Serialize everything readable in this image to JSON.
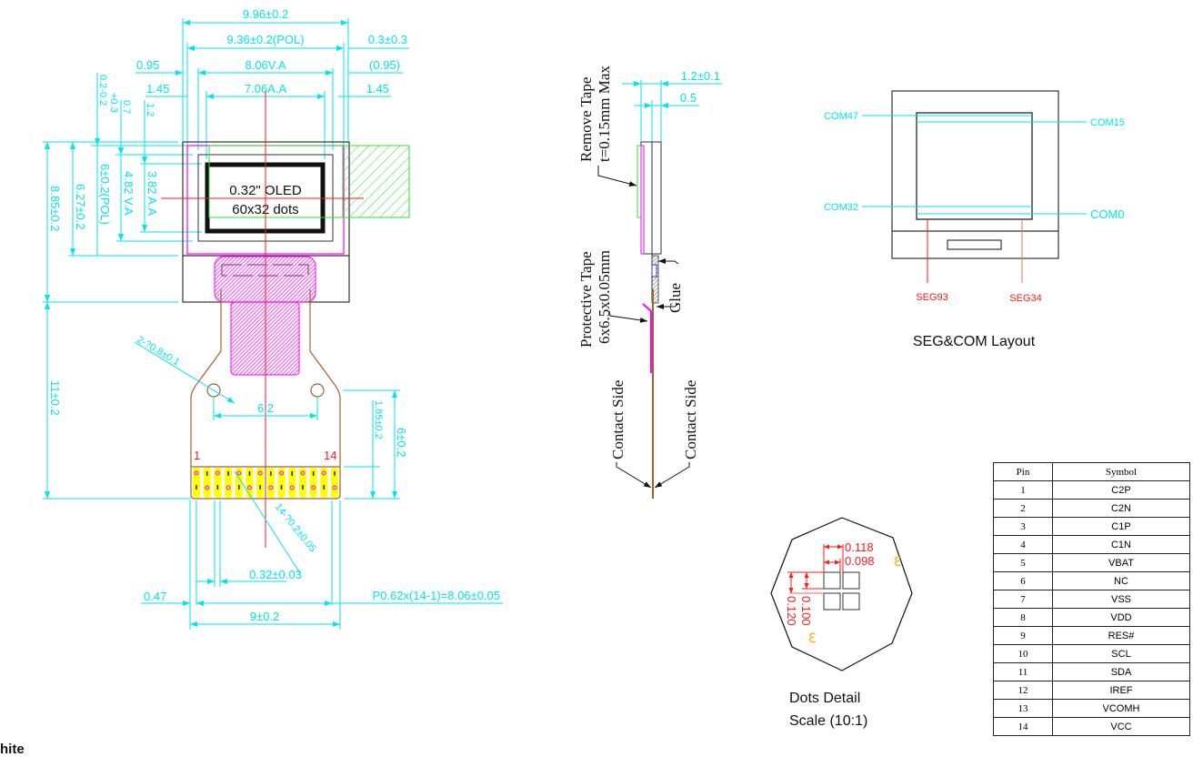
{
  "colors": {
    "dimension": "#00e5ee",
    "centerline": "#ff1a1a",
    "polarizer": "#ff00ff",
    "remove_tape": "#33dd33",
    "pads": "#ffff00",
    "fpc": "#a0622d",
    "outline": "#222222"
  },
  "front_view": {
    "panel_label_line1": "0.32\" OLED",
    "panel_label_line2": "60x32 dots",
    "dims_top": {
      "overall_width": "9.96±0.2",
      "pol_width": "9.36±0.2(POL)",
      "right_offset": "0.3±0.3",
      "left_va_offset": "0.95",
      "va_width": "8.06V.A",
      "right_va_offset": "(0.95)",
      "left_aa_offset": "1.45",
      "aa_width": "7.06A.A",
      "right_aa_offset": "1.45"
    },
    "dims_left": {
      "top_offset": "0.2-0.2",
      "tol_plus": "+0.3",
      "offset_07": "0.7",
      "offset_12": "1.2",
      "overall_height": "8.85±0.2",
      "glass_height": "6.27±0.2",
      "pol_height": "6±0.2(POL)",
      "va_height": "4.82 V.A",
      "aa_height": "3.82 A.A",
      "fpc_length": "11±0.2"
    },
    "fpc": {
      "hole_callout": "2-?0.8±0.1",
      "hole_spacing": "6.2",
      "pad_hole_callout": "14-?0.2±0.05",
      "hole_to_pad": "1.85±0.2",
      "tail_height": "6±0.2",
      "pad_width": "0.32±0.03",
      "edge_offset": "0.47",
      "pitch": "P0.62x(14-1)=8.06±0.05",
      "tail_width": "9±0.2",
      "pin_first": "1",
      "pin_last": "14",
      "pin_count": 14
    }
  },
  "side_view": {
    "remove_tape_line1": "Remove Tape",
    "remove_tape_line2": "t=0.15mm Max",
    "thickness": "1.2±0.1",
    "glass_thickness": "0.5",
    "protective_tape_line1": "Protective Tape",
    "protective_tape_line2": "6x6.5x0.05mm",
    "glue": "Glue",
    "contact_side_left": "Contact Side",
    "contact_side_right": "Contact Side"
  },
  "seg_com": {
    "title": "SEG&COM  Layout",
    "com_top_left": "COM47",
    "com_top_right": "COM15",
    "com_bottom_left": "COM32",
    "com_bottom_right": "COM0",
    "seg_left": "SEG93",
    "seg_right": "SEG34"
  },
  "dots_detail": {
    "pitch_x": "0.118",
    "dot_x": "0.098",
    "dot_y": "0.100",
    "pitch_y": "0.120",
    "title_line1": "Dots Detail",
    "title_line2": "Scale (10:1)"
  },
  "pin_table": {
    "headers": [
      "Pin",
      "Symbol"
    ],
    "rows": [
      {
        "pin": "1",
        "symbol": "C2P"
      },
      {
        "pin": "2",
        "symbol": "C2N"
      },
      {
        "pin": "3",
        "symbol": "C1P"
      },
      {
        "pin": "4",
        "symbol": "C1N"
      },
      {
        "pin": "5",
        "symbol": "VBAT"
      },
      {
        "pin": "6",
        "symbol": "NC"
      },
      {
        "pin": "7",
        "symbol": "VSS"
      },
      {
        "pin": "8",
        "symbol": "VDD"
      },
      {
        "pin": "9",
        "symbol": "RES#"
      },
      {
        "pin": "10",
        "symbol": "SCL"
      },
      {
        "pin": "11",
        "symbol": "SDA"
      },
      {
        "pin": "12",
        "symbol": "IREF"
      },
      {
        "pin": "13",
        "symbol": "VCOMH"
      },
      {
        "pin": "14",
        "symbol": "VCC"
      }
    ]
  },
  "footer": {
    "partial_text": "hite"
  }
}
